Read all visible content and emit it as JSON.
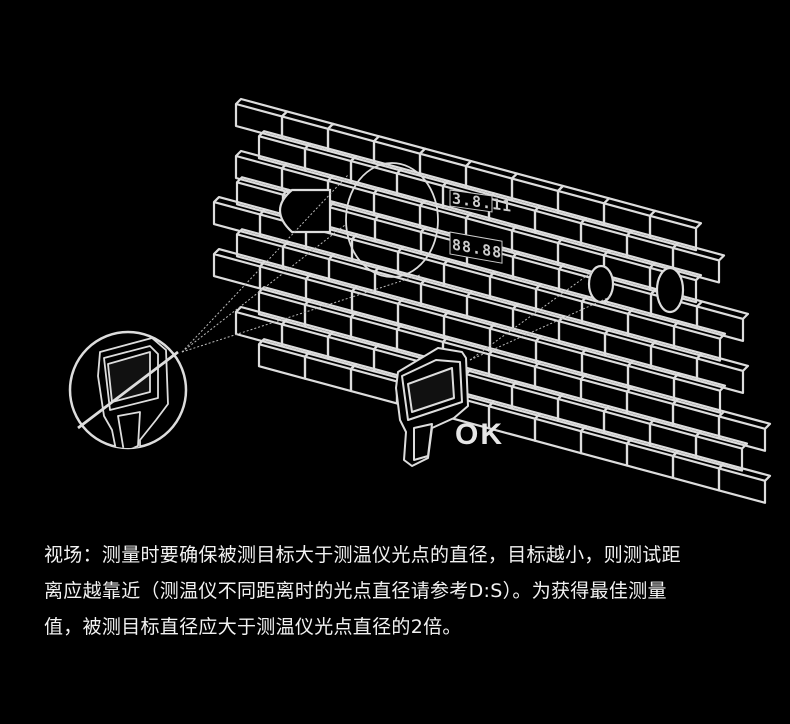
{
  "illustration": {
    "ok_label": "OK",
    "temp_small": "3.8.11",
    "temp_large": "88.88"
  },
  "caption": {
    "line1": "视场：测量时要确保被测目标大于测温仪光点的直径，目标越小，则测试距",
    "line2": "离应越靠近（测温仪不同距离时的光点直径请参考D:S）。为获得最佳测量",
    "line3": "值，被测目标直径应大于测温仪光点直径的2倍。"
  }
}
